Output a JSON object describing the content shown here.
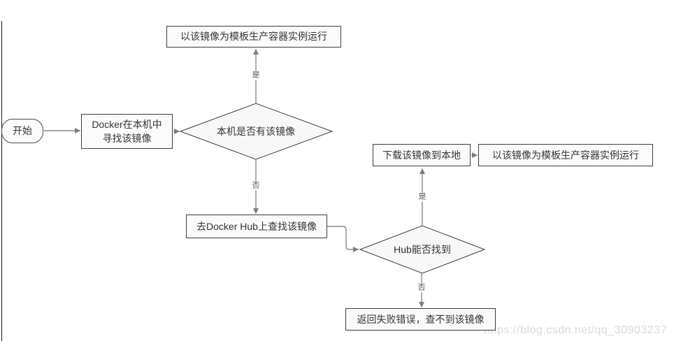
{
  "flowchart": {
    "start": {
      "label": "开始"
    },
    "find_local": {
      "line1": "Docker在本机中",
      "line2": "寻找该镜像"
    },
    "run_instance_top": {
      "label": "以该镜像为模板生产容器实例运行"
    },
    "decision_local": {
      "label": "本机是否有该镜像",
      "yes_label": "是",
      "no_label": "否"
    },
    "search_hub": {
      "label": "去Docker Hub上查找该镜像"
    },
    "decision_hub": {
      "label": "Hub能否找到",
      "yes_label": "是",
      "no_label": "否"
    },
    "download_local": {
      "label": "下载该镜像到本地"
    },
    "run_instance_right": {
      "label": "以该镜像为模板生产容器实例运行"
    },
    "fail": {
      "label": "返回失败错误，查不到该镜像"
    }
  },
  "colors": {
    "node_border": "#3d3d3d",
    "node_fill": "#fbfbfb",
    "diamond_fill": "#f8f8f8",
    "connector": "#8a8a8a",
    "arrowhead": "#7d7d7d",
    "edge_label_text": "#5a523e",
    "watermark_text": "#d9d9d9"
  },
  "watermark": {
    "text": "https://blog.csdn.net/qq_30903237"
  }
}
